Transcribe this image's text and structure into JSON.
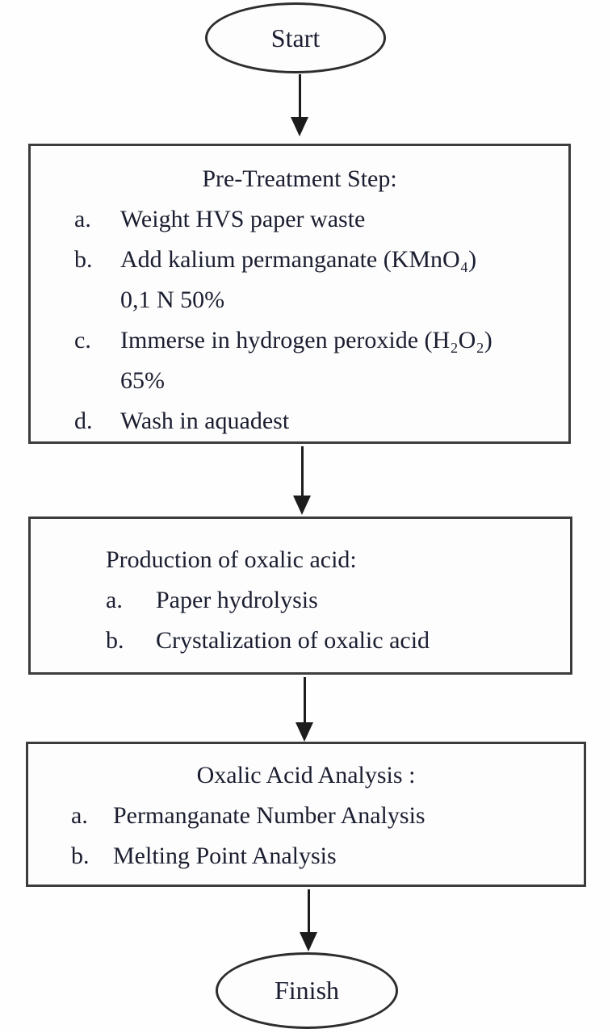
{
  "flowchart": {
    "start": {
      "label": "Start"
    },
    "finish": {
      "label": "Finish"
    },
    "steps": [
      {
        "title": "Pre-Treatment Step:",
        "items": [
          {
            "marker": "a.",
            "text": "Weight HVS paper waste"
          },
          {
            "marker": "b.",
            "text": "Add kalium permanganate (KMnO₄)\n0,1 N 50%"
          },
          {
            "marker": "c.",
            "text": "Immerse in hydrogen peroxide (H₂O₂)\n65%"
          },
          {
            "marker": "d.",
            "text": "Wash in aquadest"
          }
        ]
      },
      {
        "title": "Production of oxalic acid:",
        "items": [
          {
            "marker": "a.",
            "text": "Paper hydrolysis"
          },
          {
            "marker": "b.",
            "text": "Crystalization of oxalic acid"
          }
        ]
      },
      {
        "title": "Oxalic Acid Analysis :",
        "items": [
          {
            "marker": "a.",
            "text": "Permanganate Number Analysis"
          },
          {
            "marker": "b.",
            "text": "Melting Point Analysis"
          }
        ]
      }
    ],
    "colors": {
      "text": "#1b1e30",
      "box_border": "#3c3c3c",
      "oval_border": "#2d2d2d",
      "arrow": "#1c1c1c",
      "background": "#fefefe"
    }
  }
}
